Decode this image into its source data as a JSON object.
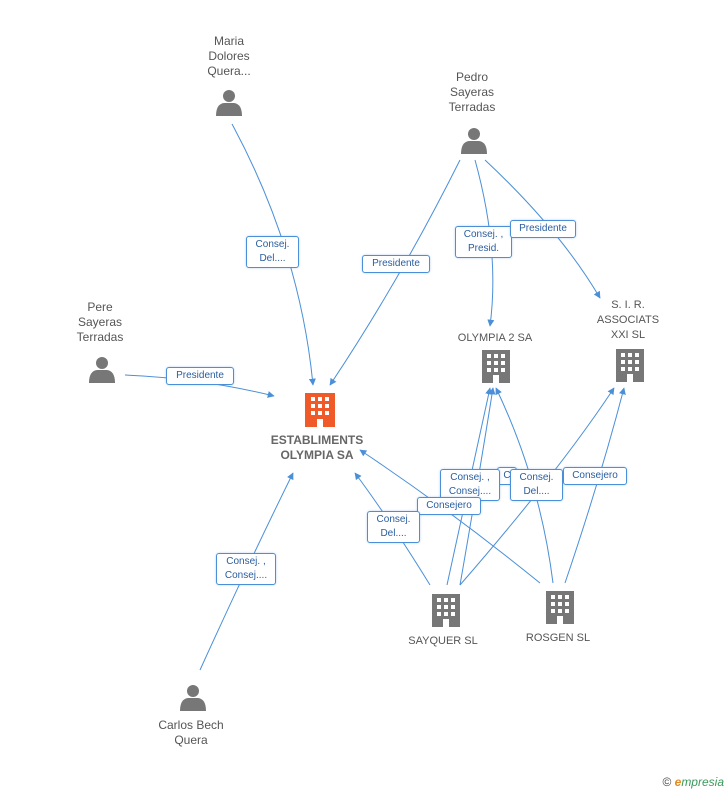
{
  "nodes": {
    "maria": {
      "label": "Maria\nDolores\nQuera..."
    },
    "pedro": {
      "label": "Pedro\nSayeras\nTerradas"
    },
    "pere": {
      "label": "Pere\nSayeras\nTerradas"
    },
    "carlos": {
      "label": "Carlos Bech\nQuera"
    },
    "main": {
      "label": "ESTABLIMENTS\nOLYMPIA SA"
    },
    "olympia2": {
      "label": "OLYMPIA 2 SA"
    },
    "sir": {
      "label": "S. I. R.\nASSOCIATS\nXXI SL"
    },
    "sayquer": {
      "label": "SAYQUER  SL"
    },
    "rosgen": {
      "label": "ROSGEN  SL"
    }
  },
  "edge_labels": {
    "maria_main": "Consej.\nDel....",
    "pedro_main": "Presidente",
    "pedro_olympia2": "Consej. ,\nPresid.",
    "pedro_sir": "Presidente",
    "pere_main": "Presidente",
    "carlos_main": "Consej. ,\nConsej....",
    "sayquer_olympia2": "Consej. ,\nConsej....",
    "rosgen_olympia2": "Consej.\nDel....",
    "rosgen_sir": "Consejero",
    "sayquer_main": "Consej.\nDel....",
    "rosgen_main": "Consejero",
    "hidden_c": "C"
  },
  "colors": {
    "edge": "#4a8fd8",
    "person": "#777777",
    "company": "#777777",
    "main_company": "#f05a28"
  },
  "watermark": {
    "copyright": "©",
    "brand_first": "e",
    "brand_rest": "mpresia"
  }
}
